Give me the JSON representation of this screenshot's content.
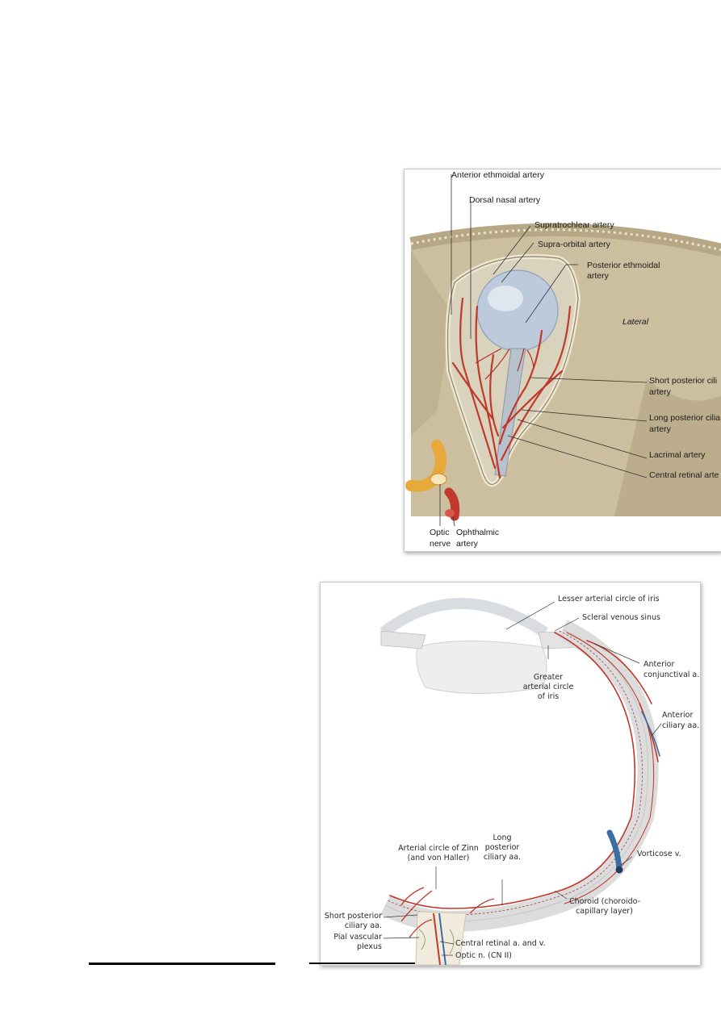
{
  "figure_top": {
    "labels": {
      "anterior_ethmoidal": "Anterior ethmoidal artery",
      "dorsal_nasal": "Dorsal nasal artery",
      "supratrochlear": "Supratrochlear artery",
      "supraorbital": "Supra-orbital artery",
      "posterior_ethmoidal_1": "Posterior ethmoidal",
      "posterior_ethmoidal_2": "artery",
      "lateral": "Lateral",
      "short_posterior_ciliary_1": "Short posterior cili",
      "short_posterior_ciliary_2": "artery",
      "long_posterior_ciliary_1": "Long posterior cilia",
      "long_posterior_ciliary_2": "artery",
      "lacrimal": "Lacrimal artery",
      "central_retinal": "Central retinal arte",
      "optic_nerve_1": "Optic",
      "optic_nerve_2": "nerve",
      "ophthalmic_1": "Ophthalmic",
      "ophthalmic_2": "artery"
    },
    "colors": {
      "bone": "#cfc6ab",
      "globe": "#b9c8d8",
      "artery": "#c0392b",
      "nerve": "#e8a93a"
    }
  },
  "figure_bottom": {
    "labels": {
      "lesser_circle": "Lesser arterial circle of iris",
      "scleral_sinus": "Scleral venous sinus",
      "anterior_conjunctival_1": "Anterior",
      "anterior_conjunctival_2": "conjunctival a.",
      "greater_circle_1": "Greater",
      "greater_circle_2": "arterial circle",
      "greater_circle_3": "of iris",
      "anterior_ciliary_1": "Anterior",
      "anterior_ciliary_2": "ciliary aa.",
      "zinn_1": "Arterial circle of Zinn",
      "zinn_2": "(and von Haller)",
      "long_posterior_1": "Long",
      "long_posterior_2": "posterior",
      "long_posterior_3": "ciliary aa.",
      "vorticose": "Vorticose v.",
      "short_posterior_1": "Short posterior",
      "short_posterior_2": "ciliary aa.",
      "pial_1": "Pial vascular",
      "pial_2": "plexus",
      "central_retinal": "Central retinal a. and v.",
      "choroid_1": "Choroid (choroido-",
      "choroid_2": "capillary layer)",
      "optic_n": "Optic n. (CN II)"
    },
    "colors": {
      "sclera": "#e2e2e2",
      "artery": "#c0392b",
      "vein": "#3a6ea5"
    }
  }
}
